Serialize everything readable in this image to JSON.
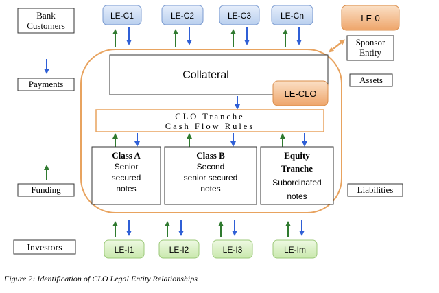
{
  "colors": {
    "orange": "#e8a35f",
    "orange_fill": "#f3b27e",
    "orange_fill_light": "#fbe0c6",
    "blue_fill": "#cfe0f6",
    "blue_stroke": "#5a7fb8",
    "green_fill": "#d8f0c0",
    "green_stroke": "#8cb96a",
    "arrow_green": "#2f7a2f",
    "arrow_blue": "#2f5fd6"
  },
  "labels": {
    "bank_customers_line1": "Bank",
    "bank_customers_line2": "Customers",
    "payments": "Payments",
    "funding": "Funding",
    "investors": "Investors",
    "assets": "Assets",
    "liabilities": "Liabilities",
    "sponsor_line1": "Sponsor",
    "sponsor_line2": "Entity"
  },
  "customers": [
    "LE-C1",
    "LE-C2",
    "LE-C3",
    "LE-Cn"
  ],
  "investors": [
    "LE-I1",
    "LE-I2",
    "LE-I3",
    "LE-Im"
  ],
  "sponsor": "LE-0",
  "collateral": "Collateral",
  "clo": "LE-CLO",
  "rules_line1": "CLO Tranche",
  "rules_line2": "Cash Flow Rules",
  "classA": {
    "title": "Class A",
    "line1": "Senior",
    "line2": "secured",
    "line3": "notes"
  },
  "classB": {
    "title": "Class B",
    "line1": "Second",
    "line2": "senior secured",
    "line3": "notes"
  },
  "equity": {
    "title1": "Equity",
    "title2": "Tranche",
    "line1": "Subordinated",
    "line2": "notes"
  },
  "caption": "Figure 2: Identification of CLO Legal Entity Relationships"
}
